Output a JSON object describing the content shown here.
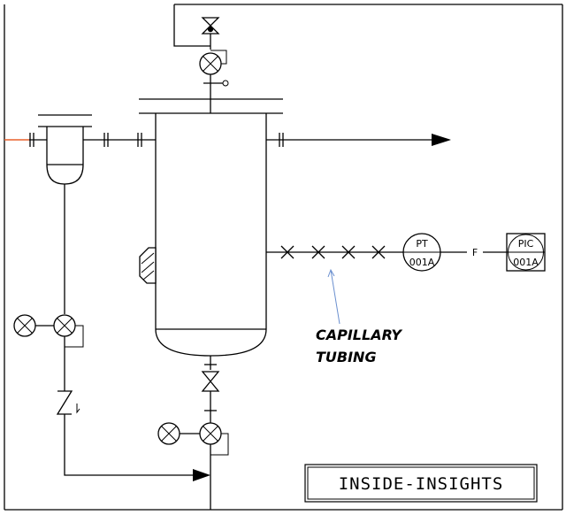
{
  "instruments": {
    "pt": {
      "code": "PT",
      "number": "001A"
    },
    "pic": {
      "code": "PIC",
      "number": "001A"
    }
  },
  "signal_flag": "F",
  "annotation": {
    "line1": "CAPILLARY",
    "line2": "TUBING"
  },
  "watermark": "INSIDE-INSIGHTS",
  "colors": {
    "lines": "#000000",
    "inlet_pipe": "#e8602c",
    "annotation_arrow": "#6a8fcf",
    "background": "#ffffff"
  }
}
